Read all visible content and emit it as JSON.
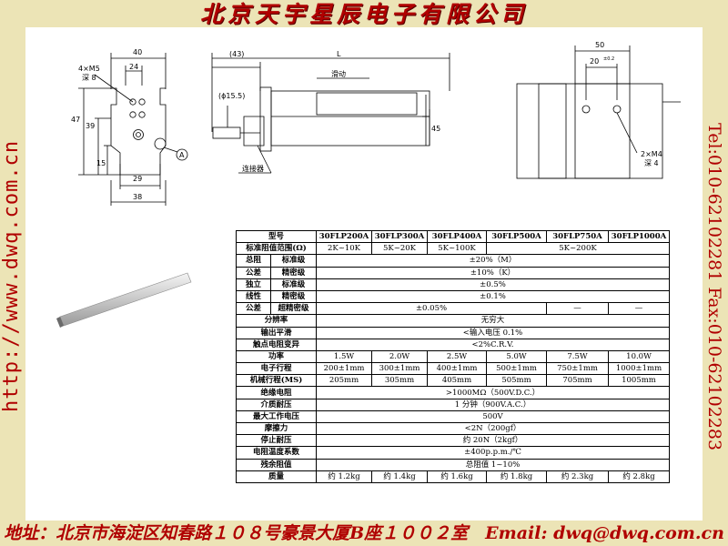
{
  "banner": {
    "title": "北京天宇星辰电子有限公司",
    "left_text": "http://www.dwq.com.cn",
    "right_text": "Tel:010-62102281   Fax:010-62102283",
    "footer": "地址：北京市海淀区知春路１０８号豪景大厦B座１００２室　Email: dwq@dwq.com.cn"
  },
  "drawing": {
    "dims": {
      "w40": "40",
      "m5": "4×M5",
      "m5_depth": "深 8",
      "w24": "24",
      "h47": "47",
      "h39": "39",
      "h15": "15",
      "w29": "29",
      "w38": "38",
      "l43": "(43)",
      "L": "L",
      "slide": "滑动",
      "phi": "(ϕ15.5)",
      "h45": "45",
      "connector": "连接器",
      "callout": "A",
      "w50": "50",
      "w20": "20",
      "tol": "±0.2",
      "m4": "2×M4",
      "m4_depth": "深 4"
    }
  },
  "table": {
    "header": [
      "型号",
      "30FLP200A",
      "30FLP300A",
      "30FLP400A",
      "30FLP500A",
      "30FLP750A",
      "30FLP1000A"
    ],
    "rows": [
      {
        "labels": [
          "标准阻值范围(Ω)"
        ],
        "cells": [
          {
            "text": "2K~10K",
            "span": 1
          },
          {
            "text": "5K~20K",
            "span": 1
          },
          {
            "text": "5K~100K",
            "span": 1
          },
          {
            "text": "5K~200K",
            "span": 3
          }
        ]
      },
      {
        "labels": [
          "总阻",
          "标准级"
        ],
        "cells": [
          {
            "text": "±20%（M）",
            "span": 6
          }
        ]
      },
      {
        "labels": [
          "公差",
          "精密级"
        ],
        "cells": [
          {
            "text": "±10%（K）",
            "span": 6
          }
        ]
      },
      {
        "labels": [
          "独立",
          "标准级"
        ],
        "cells": [
          {
            "text": "±0.5%",
            "span": 6
          }
        ]
      },
      {
        "labels": [
          "线性",
          "精密级"
        ],
        "cells": [
          {
            "text": "±0.1%",
            "span": 6
          }
        ]
      },
      {
        "labels": [
          "公差",
          "超精密级"
        ],
        "cells": [
          {
            "text": "±0.05%",
            "span": 4
          },
          {
            "text": "—",
            "span": 1
          },
          {
            "text": "—",
            "span": 1
          }
        ]
      },
      {
        "labels": [
          "分辨率"
        ],
        "cells": [
          {
            "text": "无穷大",
            "span": 6
          }
        ]
      },
      {
        "labels": [
          "输出平滑"
        ],
        "cells": [
          {
            "text": "<输入电压 0.1%",
            "span": 6
          }
        ]
      },
      {
        "labels": [
          "触点电阻变异"
        ],
        "cells": [
          {
            "text": "<2%C.R.V.",
            "span": 6
          }
        ]
      },
      {
        "labels": [
          "功率"
        ],
        "cells": [
          {
            "text": "1.5W",
            "span": 1
          },
          {
            "text": "2.0W",
            "span": 1
          },
          {
            "text": "2.5W",
            "span": 1
          },
          {
            "text": "5.0W",
            "span": 1
          },
          {
            "text": "7.5W",
            "span": 1
          },
          {
            "text": "10.0W",
            "span": 1
          }
        ]
      },
      {
        "labels": [
          "电子行程"
        ],
        "cells": [
          {
            "text": "200±1mm",
            "span": 1
          },
          {
            "text": "300±1mm",
            "span": 1
          },
          {
            "text": "400±1mm",
            "span": 1
          },
          {
            "text": "500±1mm",
            "span": 1
          },
          {
            "text": "750±1mm",
            "span": 1
          },
          {
            "text": "1000±1mm",
            "span": 1
          }
        ]
      },
      {
        "labels": [
          "机械行程(MS)"
        ],
        "cells": [
          {
            "text": "205mm",
            "span": 1
          },
          {
            "text": "305mm",
            "span": 1
          },
          {
            "text": "405mm",
            "span": 1
          },
          {
            "text": "505mm",
            "span": 1
          },
          {
            "text": "705mm",
            "span": 1
          },
          {
            "text": "1005mm",
            "span": 1
          }
        ]
      },
      {
        "labels": [
          "绝缘电阻"
        ],
        "cells": [
          {
            "text": ">1000MΩ（500V.D.C.）",
            "span": 6
          }
        ]
      },
      {
        "labels": [
          "介质耐压"
        ],
        "cells": [
          {
            "text": "1 分钟（900V.A.C.）",
            "span": 6
          }
        ]
      },
      {
        "labels": [
          "最大工作电压"
        ],
        "cells": [
          {
            "text": "500V",
            "span": 6
          }
        ]
      },
      {
        "labels": [
          "摩擦力"
        ],
        "cells": [
          {
            "text": "<2N（200gf）",
            "span": 6
          }
        ]
      },
      {
        "labels": [
          "停止耐压"
        ],
        "cells": [
          {
            "text": "约 20N（2kgf）",
            "span": 6
          }
        ]
      },
      {
        "labels": [
          "电阻温度系数"
        ],
        "cells": [
          {
            "text": "±400p.p.m./℃",
            "span": 6
          }
        ]
      },
      {
        "labels": [
          "残余阻值"
        ],
        "cells": [
          {
            "text": "总阻值 1~10%",
            "span": 6
          }
        ]
      },
      {
        "labels": [
          "质量"
        ],
        "cells": [
          {
            "text": "约 1.2kg",
            "span": 1
          },
          {
            "text": "约 1.4kg",
            "span": 1
          },
          {
            "text": "约 1.6kg",
            "span": 1
          },
          {
            "text": "约 1.8kg",
            "span": 1
          },
          {
            "text": "约 2.3kg",
            "span": 1
          },
          {
            "text": "约 2.8kg",
            "span": 1
          }
        ]
      }
    ]
  }
}
